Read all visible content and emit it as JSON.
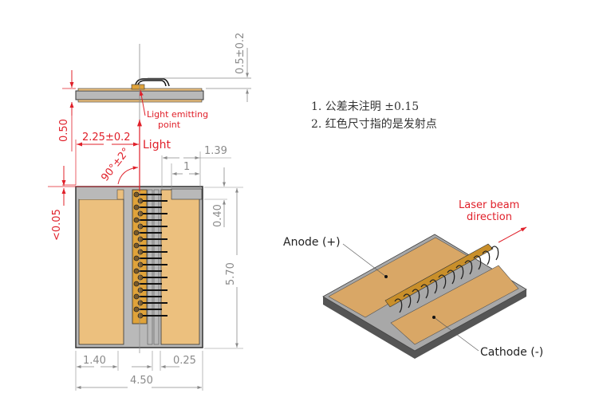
{
  "drawing": {
    "side_view": {
      "dim_height": "0.5±0.2",
      "dim_offset": "0.50",
      "emitting_label_line1": "Light emitting",
      "emitting_label_line2": "point"
    },
    "top_view": {
      "dim_emitter_x": "2.25±0.2",
      "light_label": "Light",
      "dim_angle": "90°±2°",
      "dim_notch_width": "1.39",
      "dim_notch_inner": "1",
      "dim_notch_depth": "0.40",
      "dim_height": "5.70",
      "dim_edge": "<0.05",
      "dim_left_pad": "1.40",
      "dim_gap": "0.25",
      "dim_total_width": "4.50"
    },
    "notes": [
      "1. 公差未注明  ±0.15",
      "2. 红色尺寸指的是发射点"
    ],
    "iso_view": {
      "beam_label_line1": "Laser beam",
      "beam_label_line2": "direction",
      "anode_label": "Anode (+)",
      "cathode_label": "Cathode (-)"
    },
    "colors": {
      "pad": "#ecc07e",
      "substrate": "#b9b9b9",
      "chip": "#e0a33a",
      "dimension_red": "#e0202a",
      "dimension_gray": "#8a8a8a"
    }
  }
}
